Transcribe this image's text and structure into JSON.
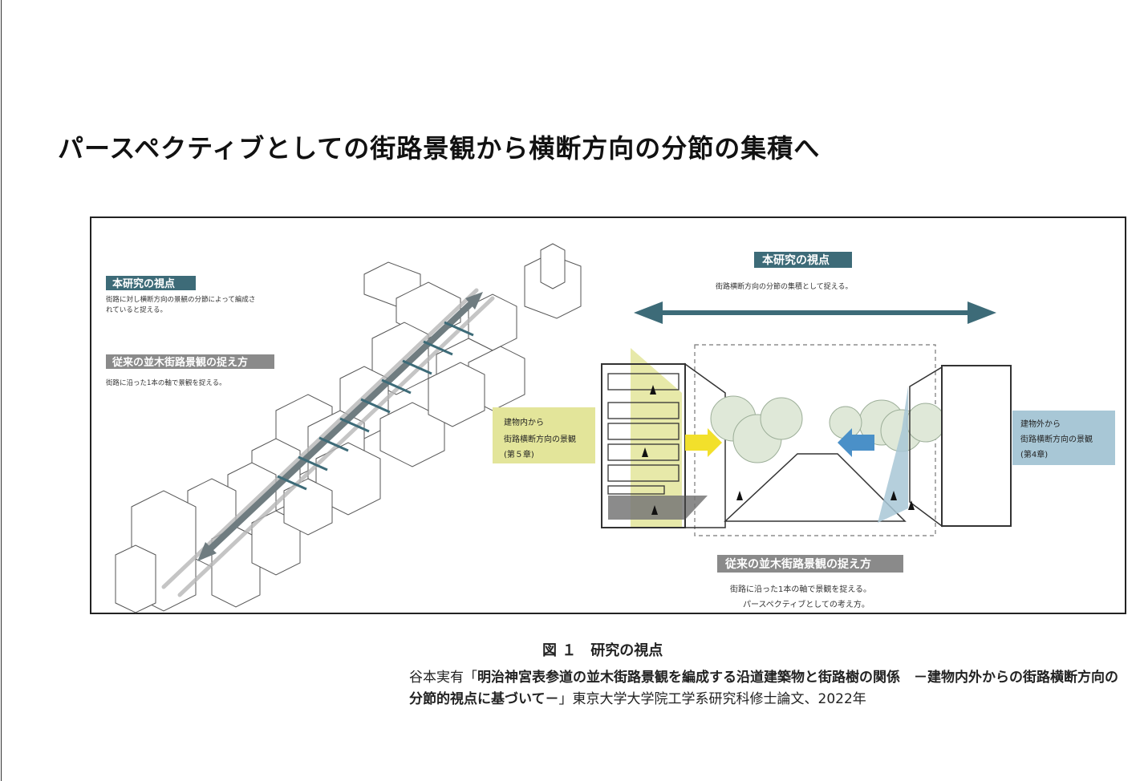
{
  "slide": {
    "title": "パースペクティブとしての街路景観から横断方向の分節の集積へ"
  },
  "figure": {
    "left_panel": {
      "new_view_label": "本研究の視点",
      "new_view_desc_1": "街路に対し横断方向の景観の分節によって編成さ",
      "new_view_desc_2": "れていると捉える。",
      "old_view_label": "従来の並木街路景観の捉え方",
      "old_view_desc": "街路に沿った1本の軸で景観を捉える。"
    },
    "right_panel": {
      "new_view_label": "本研究の視点",
      "new_view_desc": "街路横断方向の分節の集積として捉える。",
      "inside_box": [
        "建物内から",
        "街路横断方向の景観",
        "(第５章)"
      ],
      "outside_box": [
        "建物外から",
        "街路横断方向の景観",
        "(第4章)"
      ],
      "old_view_label": "従来の並木街路景観の捉え方",
      "old_view_desc_1": "街路に沿った1本の軸で景観を捉える。",
      "old_view_desc_2": "パースペクティブとしての考え方。"
    },
    "caption": "図 １　研究の視点",
    "colors": {
      "teal": "#3d6b78",
      "gray_label": "#8a8a8a",
      "yellow": "#e3e59a",
      "blue": "#a8c7d6",
      "arrow_yellow": "#f2e02b",
      "arrow_blue": "#4a90c8"
    }
  },
  "citation": {
    "author": "谷本実有",
    "open_quote": "「",
    "title_bold": "明治神宮表参道の並木街路景観を編成する沿道建築物と街路樹の関係　－建物内外からの街路横断方向の分節的視点に基づいて－",
    "close_quote": "」",
    "source": "東京大学大学院工学系研究科修士論文、2022年"
  }
}
